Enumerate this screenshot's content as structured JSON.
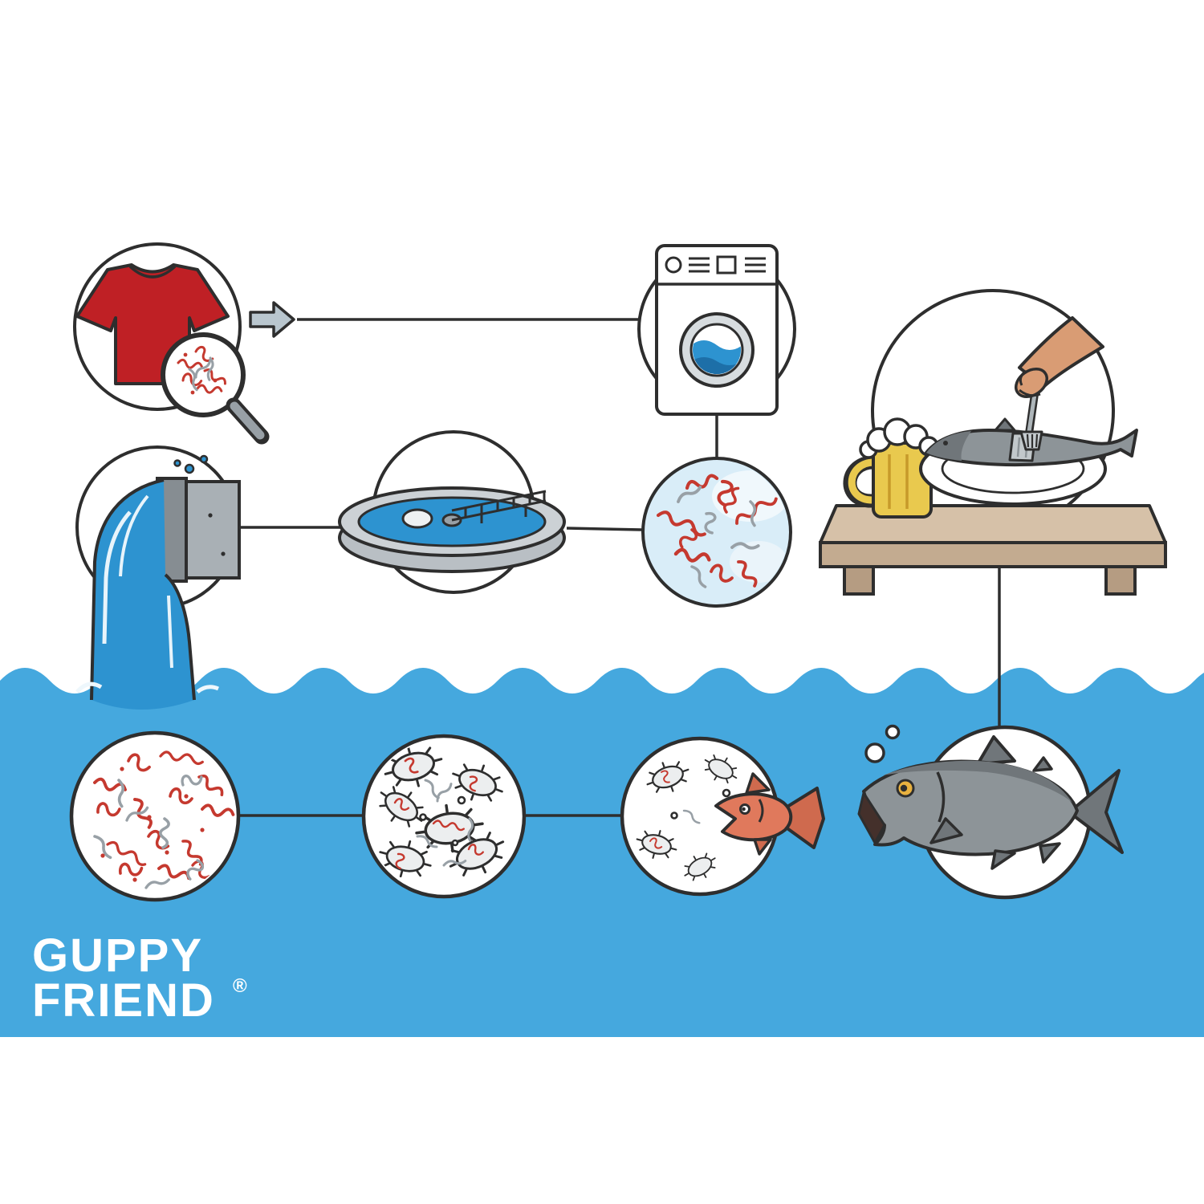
{
  "logo": {
    "line1": "GUPPY",
    "line2": "FRIEND",
    "registered_mark": "®"
  },
  "colors": {
    "sea_blue": "#45a8de",
    "deep_water_blue": "#2d93d0",
    "dark_water_blue": "#1d6fa8",
    "light_water_blue": "#d9edf8",
    "fiber_red": "#c5392f",
    "fiber_gray": "#98a0a6",
    "shirt_red": "#bf2025",
    "outline_dark": "#2e2e2e",
    "tank_gray": "#ccd1d5",
    "pipe_gray": "#a9b0b5",
    "beer_yellow": "#e9c94e",
    "table_tan": "#d6c1a8",
    "big_fish_gray": "#8d9498",
    "fish_fin_gray": "#70767a",
    "small_fish_orange": "#e0795c",
    "skin_tone": "#d99c74",
    "eye_yellow": "#e8b13f"
  },
  "diagram": {
    "nodes": [
      {
        "id": "shirt",
        "icon": "tshirt-microfibers-icon"
      },
      {
        "id": "transfer",
        "icon": "arrow-right-icon"
      },
      {
        "id": "washing-machine",
        "icon": "washing-machine-icon"
      },
      {
        "id": "wash-water",
        "icon": "fibers-in-water-icon"
      },
      {
        "id": "treatment-plant",
        "icon": "sedimentation-tank-icon"
      },
      {
        "id": "outfall",
        "icon": "sewage-outfall-icon"
      },
      {
        "id": "sea-microfibers",
        "icon": "microfibers-icon"
      },
      {
        "id": "plankton",
        "icon": "plankton-with-fibers-icon"
      },
      {
        "id": "small-fish",
        "icon": "small-fish-eating-plankton-icon"
      },
      {
        "id": "big-fish",
        "icon": "big-fish-eating-small-fish-icon"
      },
      {
        "id": "dinner",
        "icon": "fish-dinner-table-icon"
      }
    ],
    "flow": "shirt > washing-machine > wash-water > treatment-plant > outfall > sea-microfibers > plankton > small-fish > big-fish > dinner"
  }
}
